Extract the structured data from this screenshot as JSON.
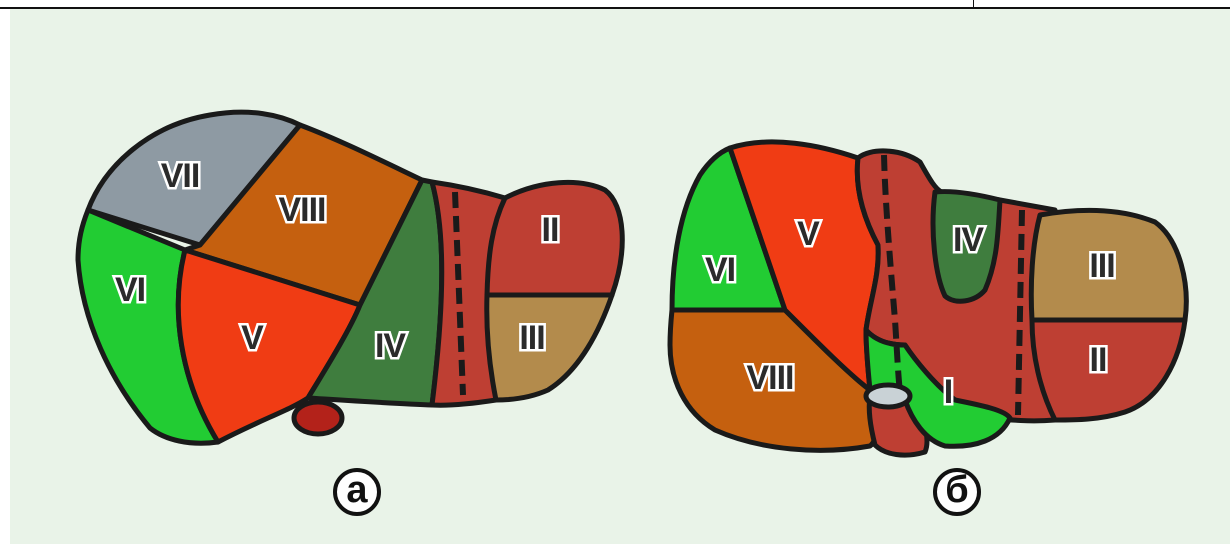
{
  "diagram_a": {
    "label": "a",
    "segments": [
      {
        "id": "VII",
        "text": "VII",
        "color": "#8e9aa3"
      },
      {
        "id": "VIII",
        "text": "VIII",
        "color": "#c5600f"
      },
      {
        "id": "VI",
        "text": "VI",
        "color": "#22cc33"
      },
      {
        "id": "V",
        "text": "V",
        "color": "#f03c14"
      },
      {
        "id": "IV",
        "text": "IV",
        "color": "#3f7d3e"
      },
      {
        "id": "II",
        "text": "II",
        "color": "#be3f33"
      },
      {
        "id": "III",
        "text": "III",
        "color": "#b38b4c"
      }
    ]
  },
  "diagram_b": {
    "label": "б",
    "segments": [
      {
        "id": "VI",
        "text": "VI",
        "color": "#22cc33"
      },
      {
        "id": "V",
        "text": "V",
        "color": "#f03c14"
      },
      {
        "id": "VIII",
        "text": "VIII",
        "color": "#c5600f"
      },
      {
        "id": "IV",
        "text": "IV",
        "color": "#3f7d3e"
      },
      {
        "id": "I",
        "text": "I",
        "color": "#22cc33"
      },
      {
        "id": "III",
        "text": "III",
        "color": "#b38b4c"
      },
      {
        "id": "II",
        "text": "II",
        "color": "#be3f33"
      }
    ]
  },
  "colors": {
    "background": "#e9f3e8",
    "outline": "#1a1a1a",
    "ligament": "#be3f33",
    "gallbladder": "#b3221a",
    "vena_cava_opening": "#c9d2d6"
  }
}
